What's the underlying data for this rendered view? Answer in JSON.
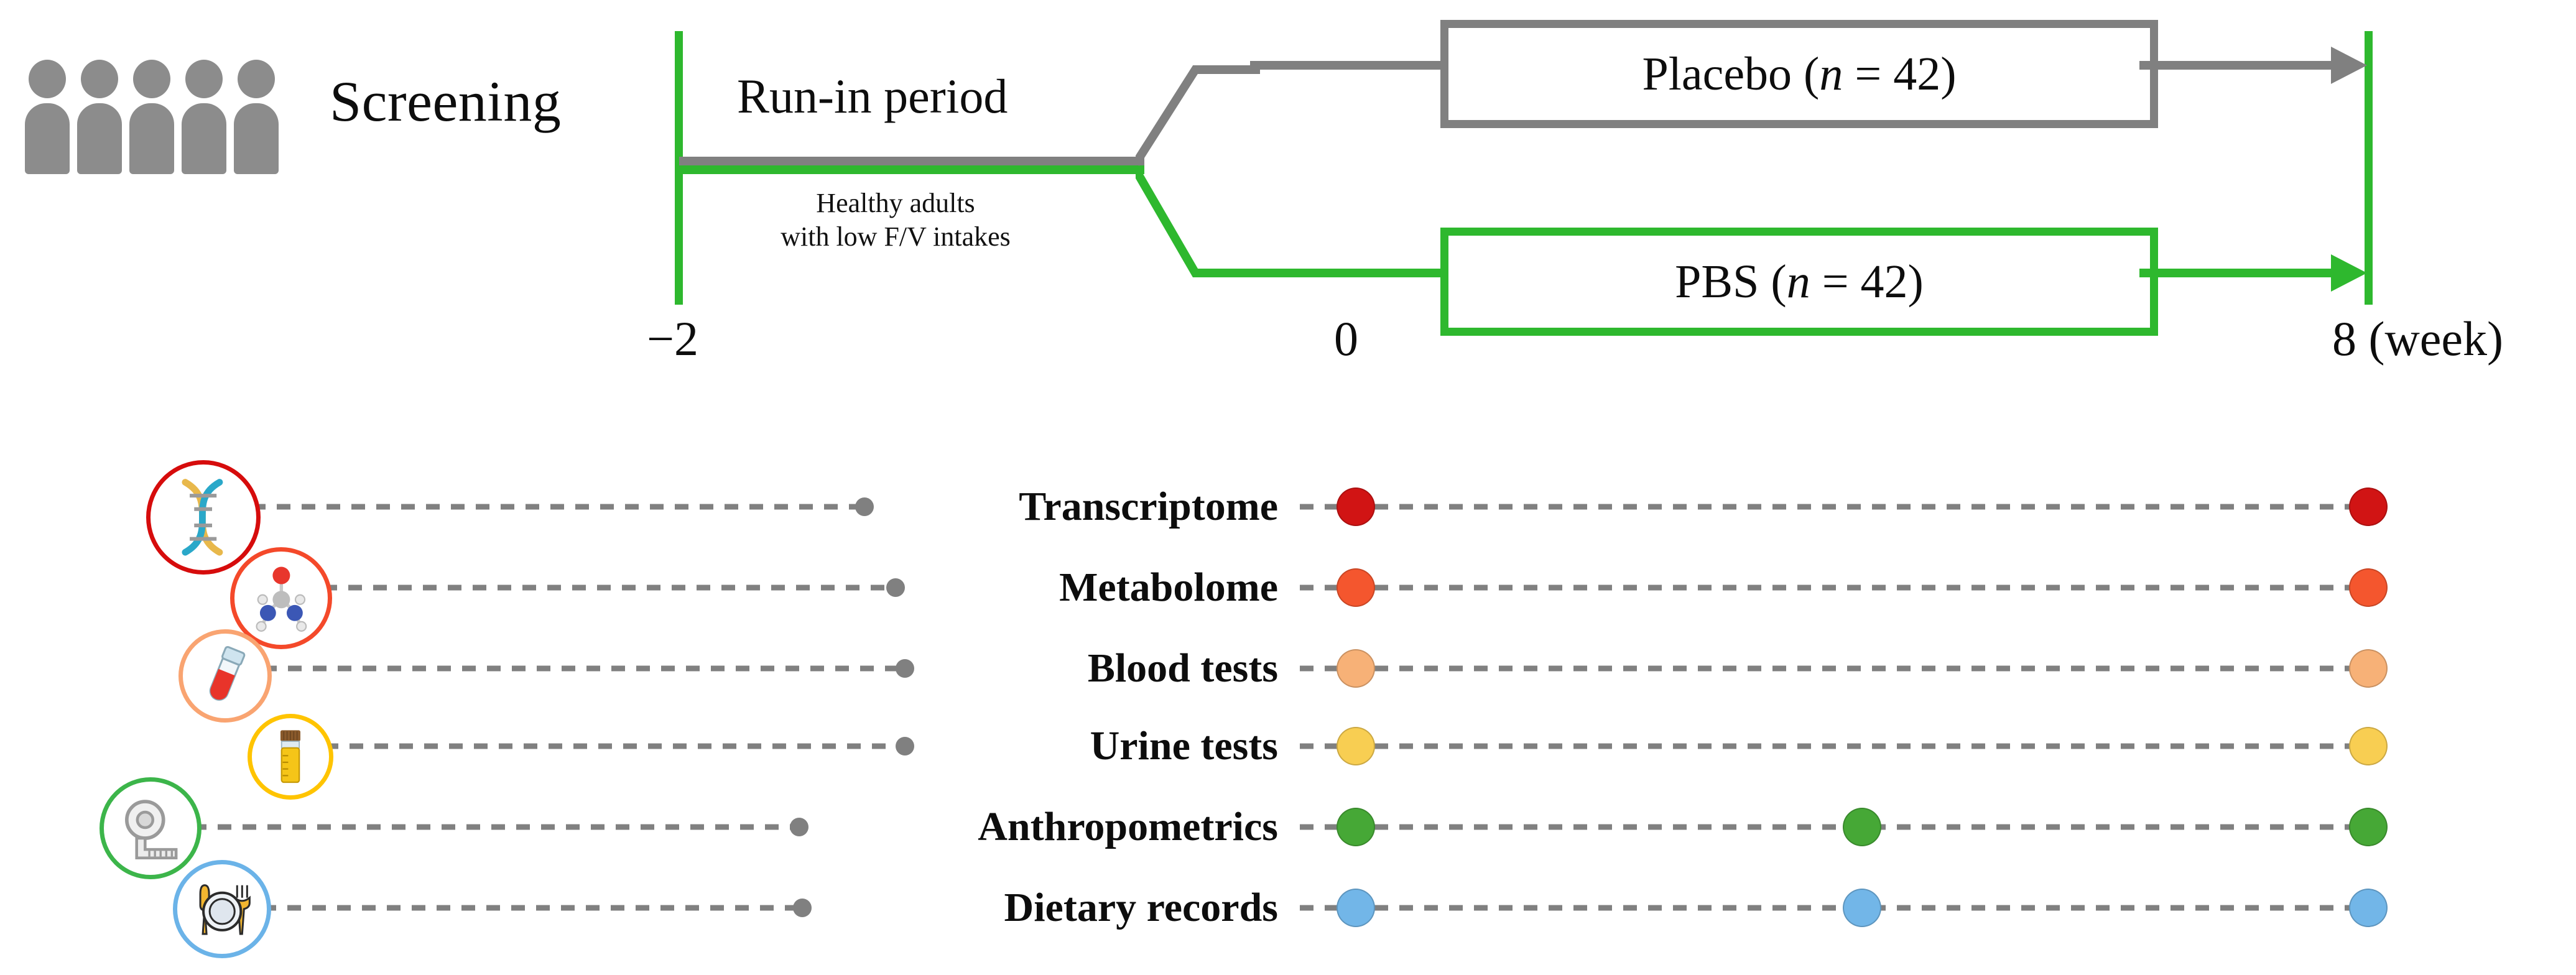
{
  "study": {
    "screening_label": "Screening",
    "people_icon": "people-group-icon",
    "person_count": 5,
    "person_color": "#8c8c8c"
  },
  "timeline": {
    "runin_label": "Run-in period",
    "runin_sublabel": "Healthy adults\nwith low F/V intakes",
    "runin_sublabel_line1": "Healthy adults",
    "runin_sublabel_line2": "with low F/V intakes",
    "ticks": [
      {
        "label": "−2",
        "week": -2
      },
      {
        "label": "0",
        "week": 0
      },
      {
        "label": "8 (week)",
        "week": 8
      }
    ],
    "axis_unit": "week",
    "marker_color": "#2eb82e"
  },
  "arms": [
    {
      "name": "placebo",
      "label_text": "Placebo (n = 42)",
      "label_prefix": "Placebo (",
      "label_italic": "n",
      "label_suffix": " = 42)",
      "n": 42,
      "color": "#808080"
    },
    {
      "name": "pbs",
      "label_text": "PBS (n = 42)",
      "label_prefix": "PBS (",
      "label_italic": "n",
      "label_suffix": " = 42)",
      "n": 42,
      "color": "#2eb82e"
    }
  ],
  "measurements": [
    {
      "label": "Transcriptome",
      "icon": "dna-helix-icon",
      "ring_color": "#d60c0c",
      "dot_color": "#d11414",
      "timepoints": [
        0,
        8
      ]
    },
    {
      "label": "Metabolome",
      "icon": "molecule-icon",
      "ring_color": "#f4492a",
      "dot_color": "#f4562e",
      "timepoints": [
        0,
        8
      ]
    },
    {
      "label": "Blood tests",
      "icon": "blood-tube-icon",
      "ring_color": "#f9a471",
      "dot_color": "#f7b177",
      "timepoints": [
        0,
        8
      ]
    },
    {
      "label": "Urine tests",
      "icon": "urine-container-icon",
      "ring_color": "#ffc400",
      "dot_color": "#f8ce52",
      "timepoints": [
        0,
        8
      ]
    },
    {
      "label": "Anthropometrics",
      "icon": "measuring-tape-icon",
      "ring_color": "#3cb54a",
      "dot_color": "#46a836",
      "timepoints": [
        0,
        4,
        8
      ]
    },
    {
      "label": "Dietary records",
      "icon": "plate-cutlery-icon",
      "ring_color": "#6bb3e8",
      "dot_color": "#72b6e8",
      "timepoints": [
        0,
        4,
        8
      ]
    }
  ],
  "chart_data": {
    "type": "table",
    "title": "Study design timeline",
    "xlabel": "week",
    "x": [
      -2,
      0,
      4,
      8
    ],
    "series": [
      {
        "name": "Transcriptome",
        "timepoints": [
          0,
          8
        ]
      },
      {
        "name": "Metabolome",
        "timepoints": [
          0,
          8
        ]
      },
      {
        "name": "Blood tests",
        "timepoints": [
          0,
          8
        ]
      },
      {
        "name": "Urine tests",
        "timepoints": [
          0,
          8
        ]
      },
      {
        "name": "Anthropometrics",
        "timepoints": [
          0,
          4,
          8
        ]
      },
      {
        "name": "Dietary records",
        "timepoints": [
          0,
          4,
          8
        ]
      }
    ]
  }
}
